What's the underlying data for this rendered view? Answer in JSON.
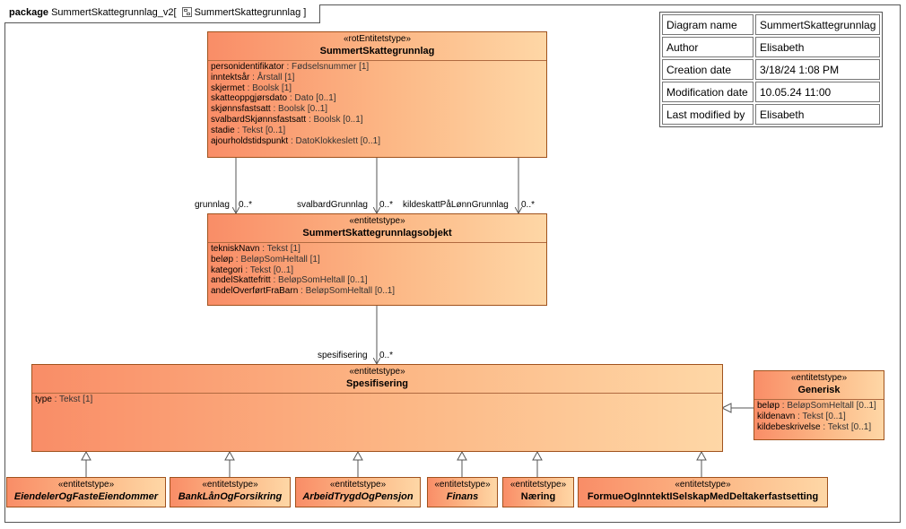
{
  "frame": {
    "keyword": "package",
    "package_name": "SummertSkattegrunnlag_v2",
    "bracket_open": "[",
    "diagram_name": "SummertSkattegrunnlag",
    "bracket_close": "]"
  },
  "info_table": [
    {
      "key": "Diagram name",
      "value": "SummertSkattegrunnlag"
    },
    {
      "key": "Author",
      "value": "Elisabeth"
    },
    {
      "key": "Creation date",
      "value": "3/18/24 1:08 PM"
    },
    {
      "key": "Modification date",
      "value": "10.05.24 11:00"
    },
    {
      "key": "Last modified by",
      "value": "Elisabeth"
    }
  ],
  "classes": {
    "root": {
      "stereotype": "«rotEntitetstype»",
      "name": "SummertSkattegrunnlag",
      "attributes": [
        {
          "name": "personidentifikator",
          "type": " : Fødselsnummer [1]"
        },
        {
          "name": "inntektsår",
          "type": " : Årstall [1]"
        },
        {
          "name": "skjermet",
          "type": " : Boolsk [1]"
        },
        {
          "name": "skatteoppgjørsdato",
          "type": " : Dato [0..1]"
        },
        {
          "name": "skjønnsfastsatt",
          "type": " : Boolsk [0..1]"
        },
        {
          "name": "svalbardSkjønnsfastsatt",
          "type": " : Boolsk [0..1]"
        },
        {
          "name": "stadie",
          "type": " : Tekst [0..1]"
        },
        {
          "name": "ajourholdstidspunkt",
          "type": " : DatoKlokkeslett [0..1]"
        }
      ]
    },
    "objekt": {
      "stereotype": "«entitetstype»",
      "name": "SummertSkattegrunnlagsobjekt",
      "attributes": [
        {
          "name": "tekniskNavn",
          "type": " : Tekst [1]"
        },
        {
          "name": "beløp",
          "type": " : BeløpSomHeltall [1]"
        },
        {
          "name": "kategori",
          "type": " : Tekst [0..1]"
        },
        {
          "name": "andelSkattefritt",
          "type": " : BeløpSomHeltall [0..1]"
        },
        {
          "name": "andelOverførtFraBarn",
          "type": " : BeløpSomHeltall [0..1]"
        }
      ]
    },
    "spesifisering": {
      "stereotype": "«entitetstype»",
      "name": "Spesifisering",
      "attributes": [
        {
          "name": "type",
          "type": " : Tekst [1]"
        }
      ]
    },
    "generisk": {
      "stereotype": "«entitetstype»",
      "name": "Generisk",
      "attributes": [
        {
          "name": "beløp",
          "type": " : BeløpSomHeltall [0..1]"
        },
        {
          "name": "kildenavn",
          "type": " : Tekst [0..1]"
        },
        {
          "name": "kildebeskrivelse",
          "type": " : Tekst [0..1]"
        }
      ]
    },
    "sub1": {
      "stereotype": "«entitetstype»",
      "name": "EiendelerOgFasteEiendommer"
    },
    "sub2": {
      "stereotype": "«entitetstype»",
      "name": "BankLånOgForsikring"
    },
    "sub3": {
      "stereotype": "«entitetstype»",
      "name": "ArbeidTrygdOgPensjon"
    },
    "sub4": {
      "stereotype": "«entitetstype»",
      "name": "Finans"
    },
    "sub5": {
      "stereotype": "«entitetstype»",
      "name": "Næring"
    },
    "sub6": {
      "stereotype": "«entitetstype»",
      "name": "FormueOgInntektISelskapMedDeltakerfastsetting"
    }
  },
  "associations": [
    {
      "role": "grunnlag",
      "multiplicity": "0..*"
    },
    {
      "role": "svalbardGrunnlag",
      "multiplicity": "0..*"
    },
    {
      "role": "kildeskattPåLønnGrunnlag",
      "multiplicity": "0..*"
    },
    {
      "role": "spesifisering",
      "multiplicity": "0..*"
    }
  ],
  "colors": {
    "class_fill_start": "#f98d67",
    "class_fill_end": "#fed7a6",
    "class_border": "#a0521d",
    "line": "#555555"
  }
}
